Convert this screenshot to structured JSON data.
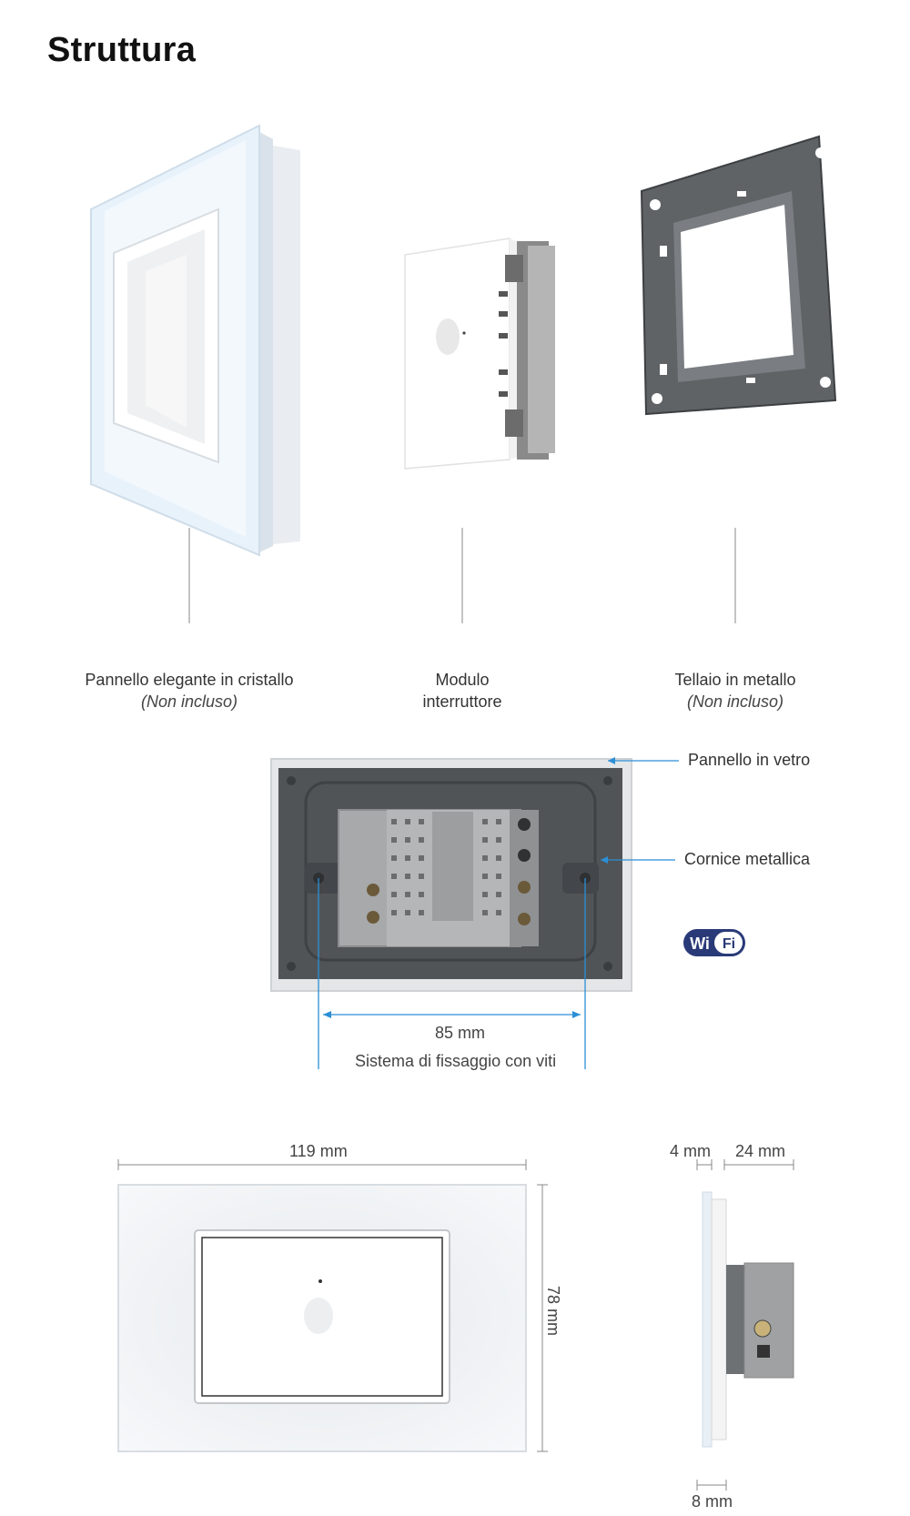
{
  "title": "Struttura",
  "components": [
    {
      "label": "Pannello elegante in cristallo",
      "note": "(Non incluso)"
    },
    {
      "label": "Modulo",
      "label2": "interruttore"
    },
    {
      "label": "Tellaio in metallo",
      "note": "(Non incluso)"
    }
  ],
  "back_view": {
    "callout_glass": "Pannello in vetro",
    "callout_frame": "Cornice metallica",
    "screw_distance": "85 mm",
    "screw_system": "Sistema di fissaggio con viti",
    "wifi_badge": {
      "left": "Wi",
      "right": "Fi"
    }
  },
  "dimensions": {
    "width": "119 mm",
    "height": "78 mm",
    "glass_depth": "4 mm",
    "module_depth": "24 mm",
    "frame_depth": "8 mm"
  },
  "colors": {
    "callout_blue": "#2b8fd6",
    "wifi_navy": "#2a3a78"
  }
}
